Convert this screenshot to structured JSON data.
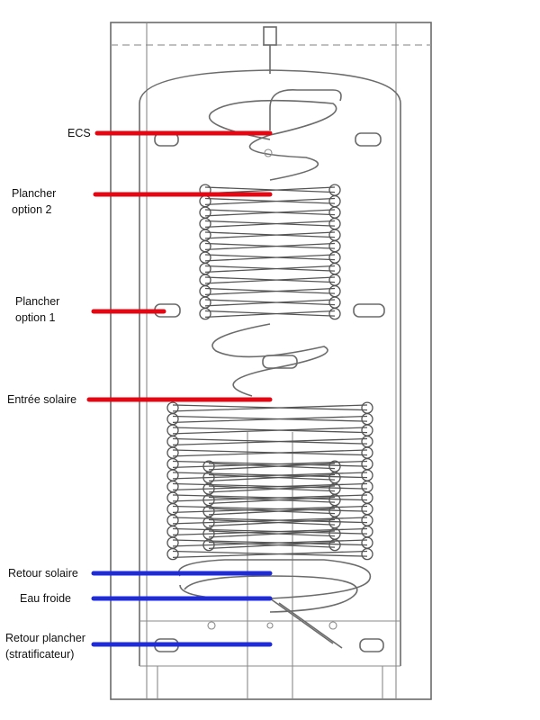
{
  "diagram": {
    "labels": {
      "ecs": "ECS",
      "plancher2_line1": "Plancher",
      "plancher2_line2": "option 2",
      "plancher1_line1": "Plancher",
      "plancher1_line2": "option 1",
      "entree_solaire": "Entrée solaire",
      "retour_solaire": "Retour solaire",
      "eau_froide": "Eau froide",
      "retour_plancher_line1": "Retour plancher",
      "retour_plancher_line2": "(stratificateur)"
    },
    "colors": {
      "hot_lines": "#e30613",
      "cold_lines": "#1f2bd6",
      "drawing": "#6b6b6b"
    }
  }
}
